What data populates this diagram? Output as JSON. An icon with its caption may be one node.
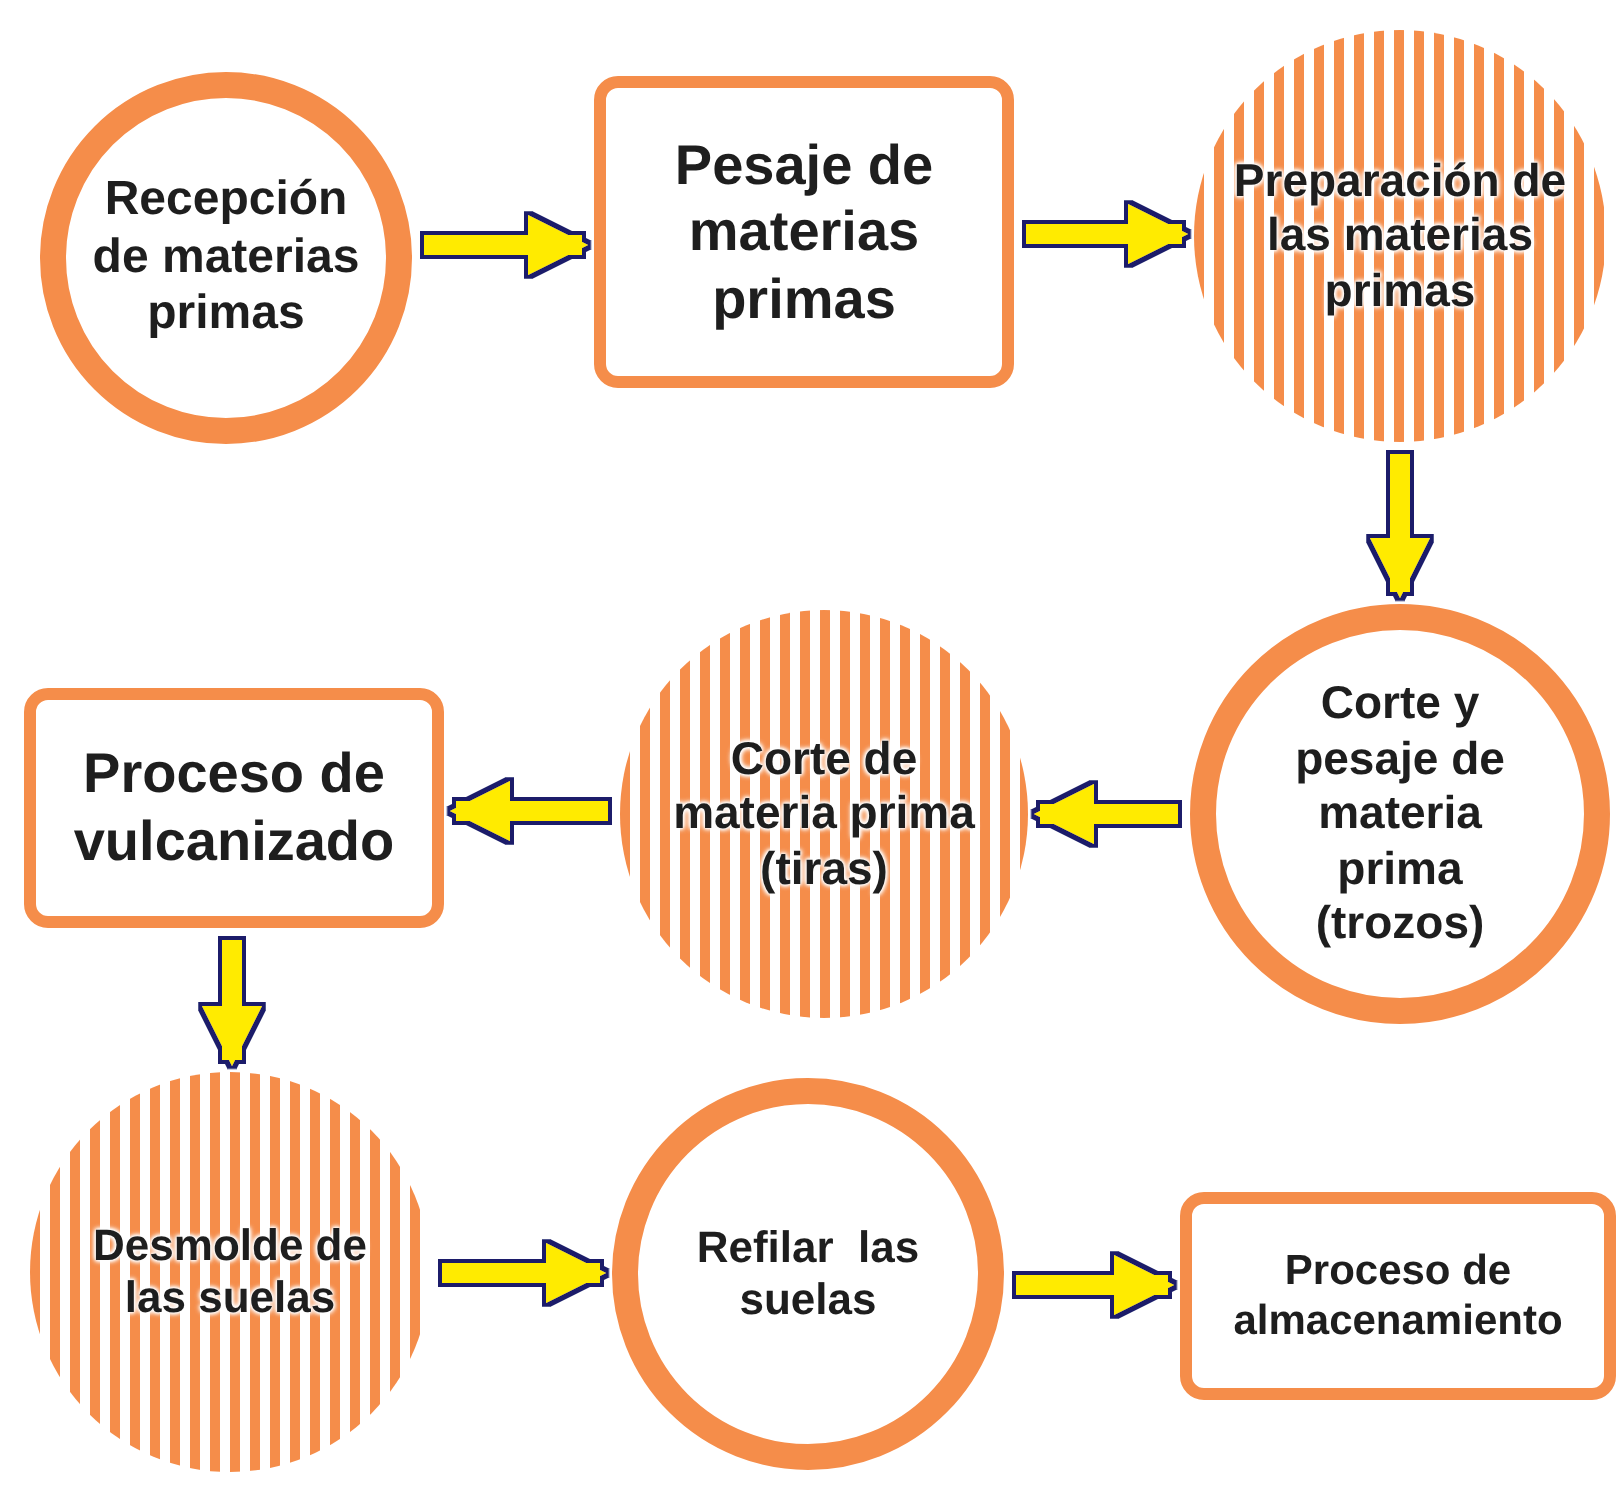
{
  "diagram": {
    "nodes": [
      {
        "text": [
          "Recepción de materias primas"
        ]
      },
      {
        "text": [
          "Pesaje de materias primas"
        ]
      },
      {
        "text": [
          "Preparación de las materias primas"
        ]
      },
      {
        "text": [
          "Corte y pesaje de materia prima (trozos)"
        ]
      },
      {
        "text": [
          "Corte de materia prima (tiras)"
        ]
      },
      {
        "text": [
          "Proceso de vulcanizado"
        ]
      },
      {
        "text": [
          "Desmolde de las suelas"
        ]
      },
      {
        "text": [
          "Refilar  las suelas"
        ]
      },
      {
        "text": [
          "Proceso de almacenamiento"
        ]
      }
    ],
    "edges": [
      {
        "from": 0,
        "to": 1,
        "arrow": "to"
      },
      {
        "from": 1,
        "to": 2,
        "arrow": "to"
      },
      {
        "from": 2,
        "to": 3,
        "arrow": "to"
      },
      {
        "from": 3,
        "to": 4,
        "arrow": "to"
      },
      {
        "from": 4,
        "to": 5,
        "arrow": "to"
      },
      {
        "from": 5,
        "to": 6,
        "arrow": "to"
      },
      {
        "from": 6,
        "to": 7,
        "arrow": "to"
      },
      {
        "from": 7,
        "to": 8,
        "arrow": "to"
      }
    ]
  }
}
